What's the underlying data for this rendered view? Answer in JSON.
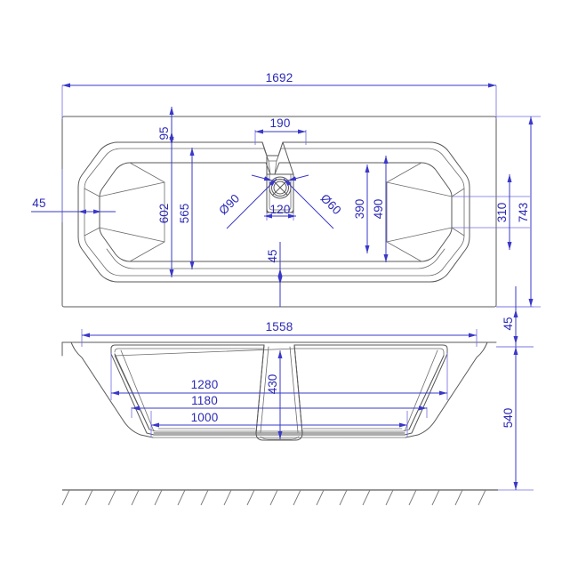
{
  "drawing": {
    "title": "Bathtub technical dimension drawing",
    "units": "mm",
    "line_color": "#595959",
    "dimension_color": "#2b29b5"
  },
  "top_view": {
    "name": "top-view",
    "dimensions": {
      "overall_length": "1692",
      "overall_width": "743",
      "rim_left": "45",
      "rim_bottom_offset": "45",
      "head_to_inner": "95",
      "inner_length_602": "602",
      "inner_length_565": "565",
      "waste_width": "190",
      "waste_inner_width": "120",
      "seat_depth_390": "390",
      "seat_depth_490": "490",
      "end_width_310": "310",
      "drain_dia": "Ø90",
      "overflow_dia": "Ø60"
    }
  },
  "front_view": {
    "name": "front-section-view",
    "dimensions": {
      "rim_length": "1558",
      "depth_upper": "1280",
      "depth_mid": "1180",
      "depth_lower": "1000",
      "inner_depth": "430",
      "rim_thickness": "45",
      "overall_height": "540"
    }
  },
  "labels": {
    "l_1692": "1692",
    "l_743": "743",
    "l_310": "310",
    "l_45_left": "45",
    "l_45_bottom": "45",
    "l_45_right": "45",
    "l_95": "95",
    "l_602": "602",
    "l_565": "565",
    "l_190": "190",
    "l_120": "120",
    "l_390": "390",
    "l_490": "490",
    "l_d90": "Ø90",
    "l_d60": "Ø60",
    "l_1558": "1558",
    "l_1280": "1280",
    "l_1180": "1180",
    "l_1000": "1000",
    "l_430": "430",
    "l_540": "540"
  }
}
